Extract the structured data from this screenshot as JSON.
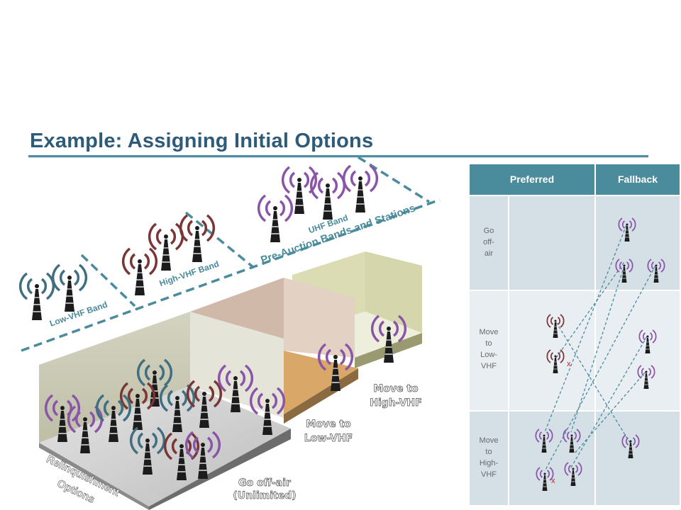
{
  "title": "Example: Assigning Initial Options",
  "diagram": {
    "band_labels": [
      "Low-VHF Band",
      "High-VHF Band",
      "UHF Band"
    ],
    "pre_auction_label": "Pre-Auction Bands and Stations",
    "relinquishment_line1": "Relinquishment",
    "relinquishment_line2": "Options",
    "room_labels": {
      "go_off_air_1": "Go off-air",
      "go_off_air_2": "(Unlimited)",
      "low_vhf_1": "Move to",
      "low_vhf_2": "Low-VHF",
      "high_vhf_1": "Move to",
      "high_vhf_2": "High-VHF"
    }
  },
  "table": {
    "header_preferred": "Preferred",
    "header_fallback": "Fallback",
    "rows": [
      {
        "label_lines": [
          "Go",
          "off-",
          "air"
        ]
      },
      {
        "label_lines": [
          "Move",
          "to",
          "Low-",
          "VHF"
        ]
      },
      {
        "label_lines": [
          "Move",
          "to",
          "High-",
          "VHF"
        ]
      }
    ],
    "marker": "x"
  },
  "colors": {
    "title": "#2e5b78",
    "teal": "#4a8b9c",
    "low_vhf": "#3f6f80",
    "high_vhf": "#7a3535",
    "uhf": "#8a55a8",
    "tower": "#1c1c1c"
  }
}
